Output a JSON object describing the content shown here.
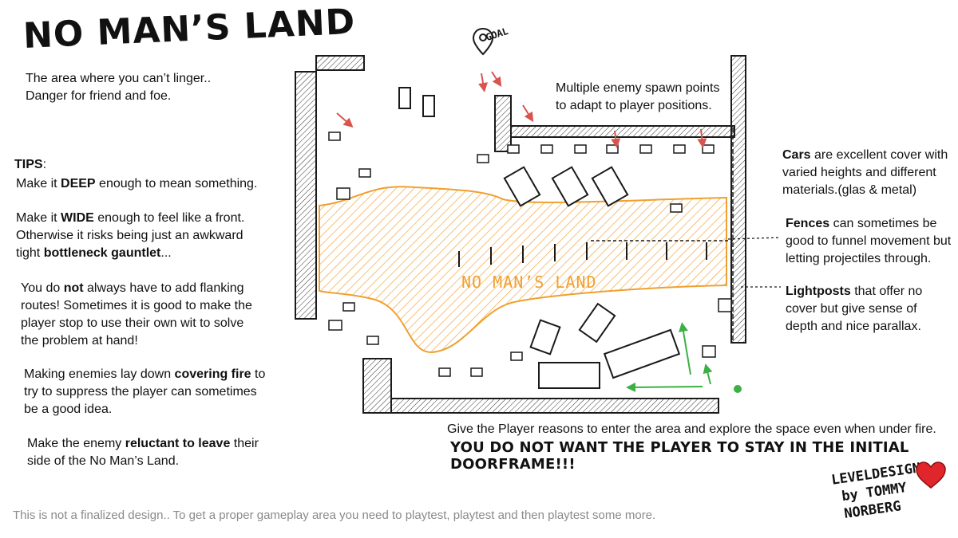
{
  "title": "NO MAN’S LAND",
  "subtitle": [
    "The area where you can’t linger..",
    "Danger for friend and foe."
  ],
  "tips": {
    "heading": "TIPS",
    "items": [
      {
        "lines": [
          [
            {
              "t": "Make it "
            },
            {
              "t": "DEEP",
              "b": true
            },
            {
              "t": " enough to mean something."
            }
          ]
        ]
      },
      {
        "lines": [
          [
            {
              "t": "Make it "
            },
            {
              "t": "WIDE",
              "b": true
            },
            {
              "t": " enough to feel like a front."
            }
          ],
          [
            {
              "t": "Otherwise it risks being just an awkward"
            }
          ],
          [
            {
              "t": "tight "
            },
            {
              "t": "bottleneck gauntlet",
              "b": true
            },
            {
              "t": "..."
            }
          ]
        ]
      },
      {
        "lines": [
          [
            {
              "t": "You do "
            },
            {
              "t": "not",
              "b": true
            },
            {
              "t": " always have to add flanking"
            }
          ],
          [
            {
              "t": "routes! Sometimes it is good to make the"
            }
          ],
          [
            {
              "t": "player stop to use their own wit to solve"
            }
          ],
          [
            {
              "t": "the problem at hand!"
            }
          ]
        ]
      },
      {
        "lines": [
          [
            {
              "t": "Making enemies lay down "
            },
            {
              "t": "covering fire",
              "b": true
            },
            {
              "t": " to"
            }
          ],
          [
            {
              "t": "try to suppress the player can sometimes"
            }
          ],
          [
            {
              "t": "be a good idea."
            }
          ]
        ]
      },
      {
        "lines": [
          [
            {
              "t": "Make the enemy "
            },
            {
              "t": "reluctant to leave",
              "b": true
            },
            {
              "t": " their"
            }
          ],
          [
            {
              "t": "side of the No Man’s Land."
            }
          ]
        ]
      }
    ]
  },
  "right_notes": [
    {
      "lines": [
        [
          {
            "t": "Cars",
            "b": true
          },
          {
            "t": " are excellent cover with"
          }
        ],
        [
          {
            "t": "varied heights and different"
          }
        ],
        [
          {
            "t": "materials.(glas & metal)"
          }
        ]
      ]
    },
    {
      "lines": [
        [
          {
            "t": "Fences",
            "b": true
          },
          {
            "t": " can sometimes be"
          }
        ],
        [
          {
            "t": "good to funnel movement but"
          }
        ],
        [
          {
            "t": "letting projectiles through."
          }
        ]
      ]
    },
    {
      "lines": [
        [
          {
            "t": "Lightposts",
            "b": true
          },
          {
            "t": " that offer no"
          }
        ],
        [
          {
            "t": "cover but give sense of"
          }
        ],
        [
          {
            "t": "depth and nice parallax."
          }
        ]
      ]
    }
  ],
  "map": {
    "goal_label": "GOAL",
    "zone_label": "NO MAN’S LAND",
    "spawn_note": [
      "Multiple enemy spawn points",
      "to adapt to player positions."
    ],
    "colors": {
      "zone": "#f0a030",
      "spawn_arrow": "#d9534f",
      "player_arrow": "#3cb043",
      "ink": "#1a1a1a"
    }
  },
  "bottom": {
    "line1": "Give the Player reasons to enter the area and explore the space even when under fire.",
    "line2": "YOU DO NOT WANT THE PLAYER TO STAY IN THE INITIAL DOORFRAME!!!"
  },
  "signature": {
    "line1": "LEVELDESIGN",
    "line2": "by TOMMY NORBERG",
    "heart_color": "#e0262b"
  },
  "footer": "This is not a finalized design.. To get a proper gameplay area you need to playtest, playtest and then playtest some more."
}
